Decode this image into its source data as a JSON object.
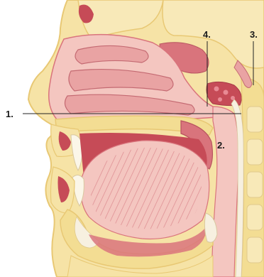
{
  "labels": {
    "one": "1.",
    "two": "2.",
    "three": "3.",
    "four": "4."
  },
  "colors": {
    "skin": "#f6e3a6",
    "skin_dark": "#e8c874",
    "tissue": "#e9a3a3",
    "tissue_light": "#f4c6c0",
    "muscle": "#d9747c",
    "cavity": "#c64b57",
    "bone": "#f3dd93",
    "cartilage": "#f7f0e0",
    "leader_line": "#222222"
  }
}
